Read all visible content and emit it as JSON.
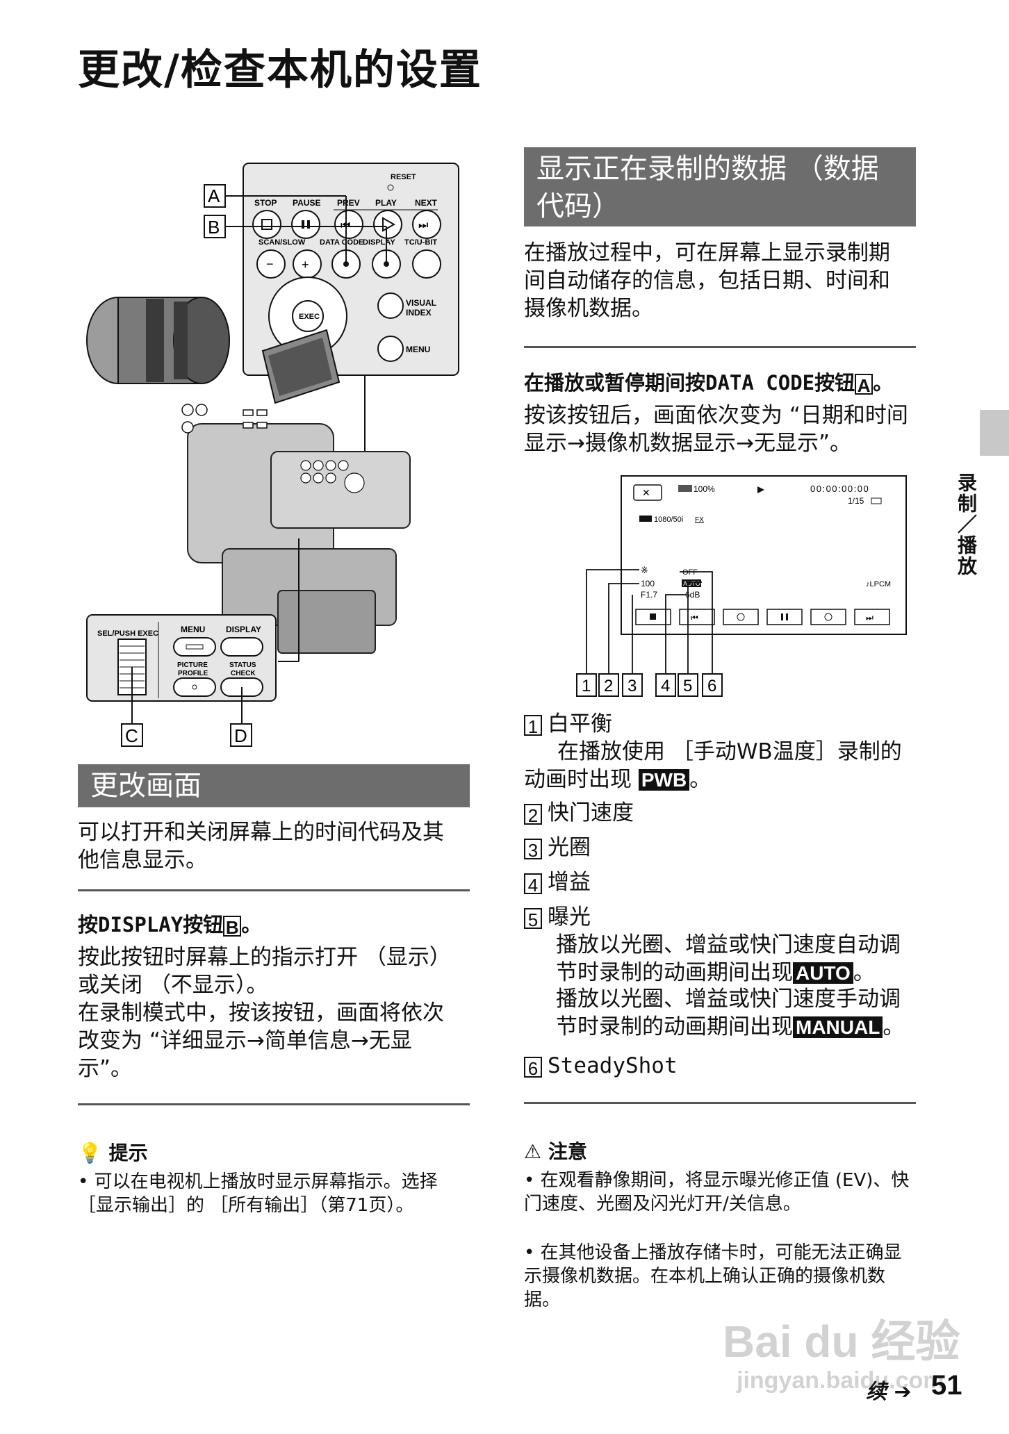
{
  "page_title": "更改/检查本机的设置",
  "left": {
    "callouts": [
      "A",
      "B",
      "C",
      "D"
    ],
    "panel_labels": {
      "reset": "RESET",
      "stop": "STOP",
      "pause": "PAUSE",
      "prev": "PREV",
      "play": "PLAY",
      "next": "NEXT",
      "scan_slow": "SCAN/SLOW",
      "data_code": "DATA CODE",
      "display": "DISPLAY",
      "tc_ubit": "TC/U-BIT",
      "exec": "EXEC",
      "visual_index": "VISUAL\nINDEX",
      "menu": "MENU"
    },
    "inset_labels": {
      "sel_push_exec": "SEL/PUSH EXEC",
      "menu": "MENU",
      "display": "DISPLAY",
      "picture_profile": "PICTURE\nPROFILE",
      "status_check": "STATUS\nCHECK"
    },
    "section_title": "更改画面",
    "intro": "可以打开和关闭屏幕上的时间代码及其他信息显示。",
    "step_prefix": "按DISPLAY按钮",
    "step_box": "B",
    "step_suffix": "。",
    "step_desc": "按此按钮时屏幕上的指示打开 （显示）或关闭 （不显示）。\n在录制模式中，按该按钮，画面将依次改变为 “详细显示→简单信息→无显示”。",
    "tip_title": "提示",
    "tip_text": "可以在电视机上播放时显示屏幕指示。选择 ［显示输出］的 ［所有输出］（第71页）。"
  },
  "right": {
    "section_title": "显示正在录制的数据 （数据代码）",
    "intro": "在播放过程中，可在屏幕上显示录制期间自动储存的信息，包括日期、时间和摄像机数据。",
    "step_prefix": "在播放或暂停期间按DATA CODE按钮",
    "step_box": "A",
    "step_suffix": "。",
    "step_desc": "按该按钮后，画面依次变为 “日期和时间显示→摄像机数据显示→无显示”。",
    "screen": {
      "battery": "100%",
      "timecode": "00:00:00:00",
      "frame": "1/15",
      "format": "1080/50i",
      "wb": "※",
      "shutter": "100",
      "aperture": "F1.7",
      "steady": "OFF",
      "exposure": "AUTO",
      "gain": "6dB",
      "audio": "♪LPCM"
    },
    "callout_numbers": [
      "1",
      "2",
      "3",
      "4",
      "5",
      "6"
    ],
    "items": [
      {
        "num": "1",
        "label": "白平衡",
        "desc": "在播放使用 ［手动WB温度］录制的动画时出现",
        "badge": "PWB",
        "end": "。"
      },
      {
        "num": "2",
        "label": "快门速度"
      },
      {
        "num": "3",
        "label": "光圈"
      },
      {
        "num": "4",
        "label": "增益"
      },
      {
        "num": "5",
        "label": "曝光",
        "desc1": "播放以光圈、增益或快门速度自动调节时录制的动画期间出现",
        "badge1": "AUTO",
        "desc2": "播放以光圈、增益或快门速度手动调节时录制的动画期间出现",
        "badge2": "MANUAL",
        "end": "。"
      },
      {
        "num": "6",
        "label": "SteadyShot"
      }
    ],
    "note_title": "注意",
    "notes": [
      "在观看静像期间，将显示曝光修正值 (EV)、快门速度、光圈及闪光灯开/关信息。",
      "在其他设备上播放存储卡时，可能无法正确显示摄像机数据。在本机上确认正确的摄像机数据。"
    ]
  },
  "side_label": "录制／播放",
  "continued": "续",
  "page_number": "51",
  "watermark": {
    "brand": "Bai du 经验",
    "url": "jingyan.baidu.com"
  }
}
